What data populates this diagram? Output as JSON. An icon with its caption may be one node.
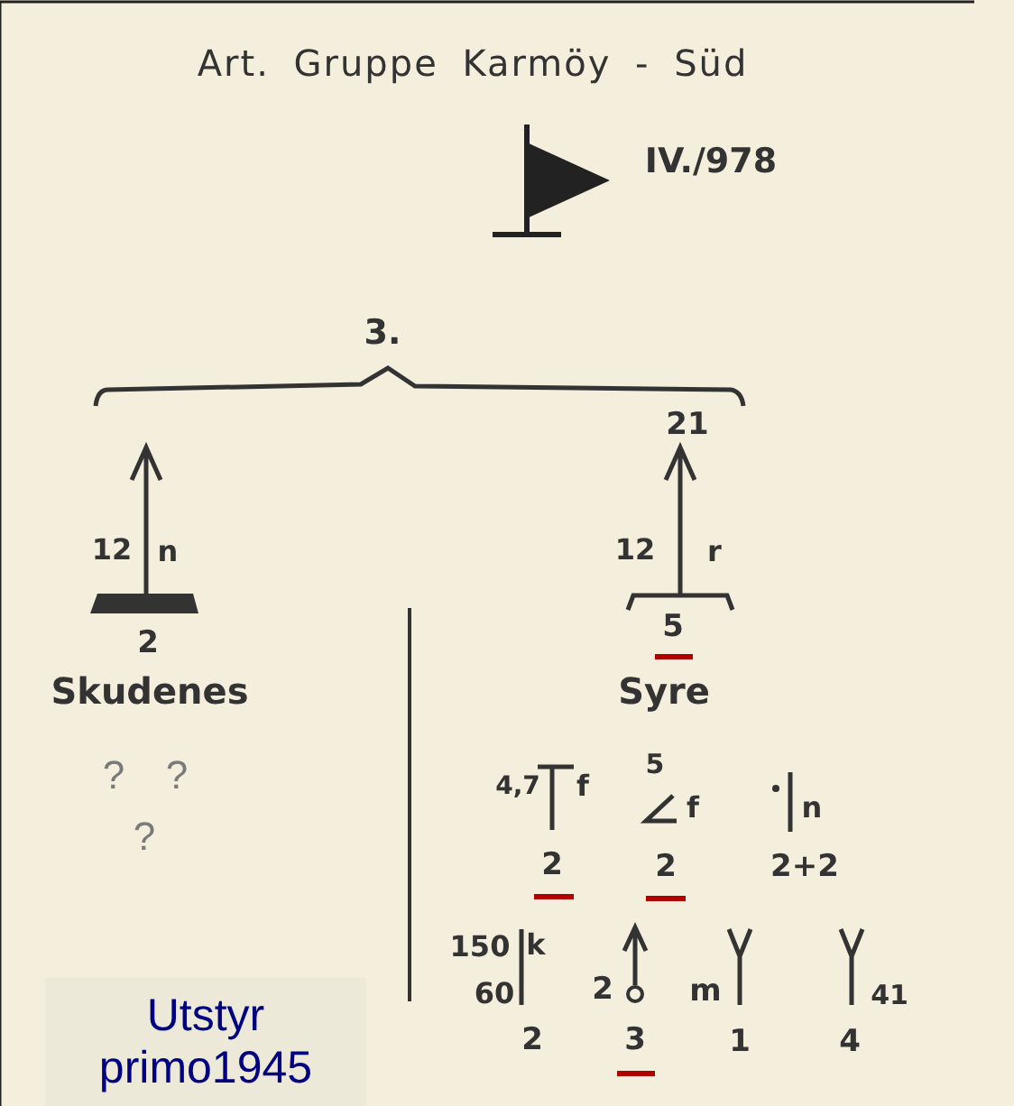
{
  "diagram": {
    "title": "Art. Gruppe Karmöy - Süd",
    "nodes": [
      {
        "text": [
          "Utstyr primo1945"
        ]
      }
    ],
    "labels": [
      "IV./978",
      "3.",
      "21",
      "12",
      "n",
      "12",
      "r",
      "2",
      "5",
      "Skudenes",
      "Syre",
      "?",
      "?",
      "?",
      "4,7",
      "f",
      "5",
      "f",
      "n",
      "2",
      "2",
      "2+2",
      "150",
      "k",
      "60",
      "2",
      "m",
      "41",
      "2",
      "3",
      "1",
      "4"
    ]
  }
}
